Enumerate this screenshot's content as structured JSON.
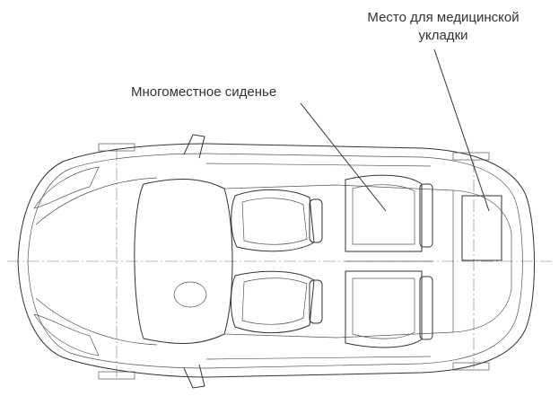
{
  "labels": {
    "medical_line1": "Место для медицинской",
    "medical_line2": "укладки",
    "seat": "Многоместное сиденье"
  },
  "colors": {
    "stroke": "#333333",
    "text": "#333333",
    "background": "#ffffff"
  }
}
